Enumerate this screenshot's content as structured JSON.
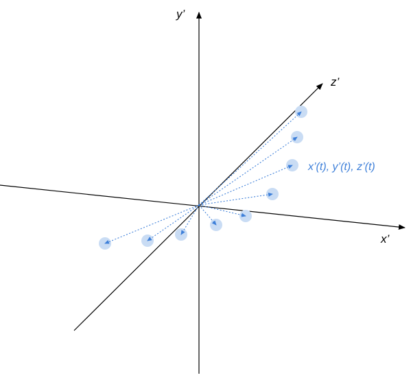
{
  "axes": {
    "x_label": "x’",
    "y_label": "y’",
    "z_label": "z’"
  },
  "trajectory": {
    "label": "x’(t), y’(t), z’(t)",
    "label_color": "#3d7fd9",
    "ray_color": "#3d7fd9",
    "point_color": "#c9dcf4",
    "point_count": 9
  },
  "colors": {
    "axis": "#000000",
    "background": "#ffffff"
  }
}
